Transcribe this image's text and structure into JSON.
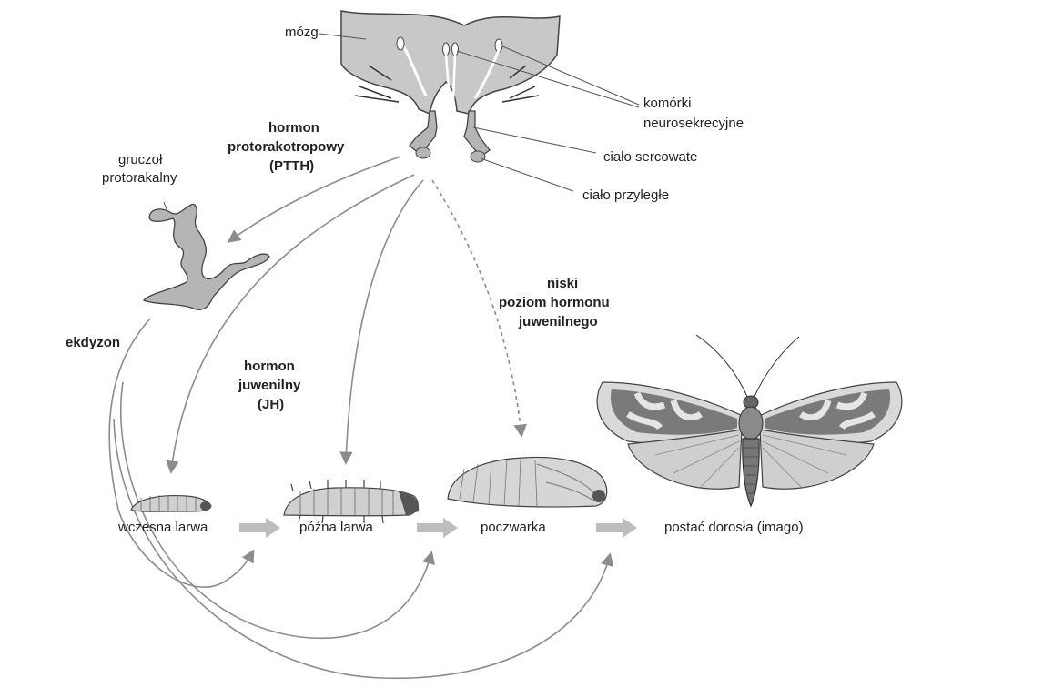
{
  "labels": {
    "brain": "mózg",
    "neurosecretory_cells_1": "komórki",
    "neurosecretory_cells_2": "neurosekrecyjne",
    "corpus_cardiacum": "ciało sercowate",
    "corpus_allatum": "ciało przyległe",
    "prothoracic_gland_1": "gruczoł",
    "prothoracic_gland_2": "protorakalny",
    "ptth_1": "hormon",
    "ptth_2": "protorakotropowy",
    "ptth_3": "(PTTH)",
    "ecdysone": "ekdyzon",
    "jh_1": "hormon",
    "jh_2": "juwenilny",
    "jh_3": "(JH)",
    "low_jh_1": "niski",
    "low_jh_2": "poziom hormonu",
    "low_jh_3": "juwenilnego"
  },
  "stages": [
    {
      "label": "wczesna larwa"
    },
    {
      "label": "późna larwa"
    },
    {
      "label": "poczwarka"
    },
    {
      "label": "postać dorosła (imago)"
    }
  ],
  "colors": {
    "arrow": "#8c8c8c",
    "stage_arrow": "#bdbdbd",
    "organ_fill": "#b5b5b5",
    "brain_fill": "#c8c8c8",
    "wing_dark": "#7a7a7a",
    "wing_light": "#d9d9d9"
  }
}
